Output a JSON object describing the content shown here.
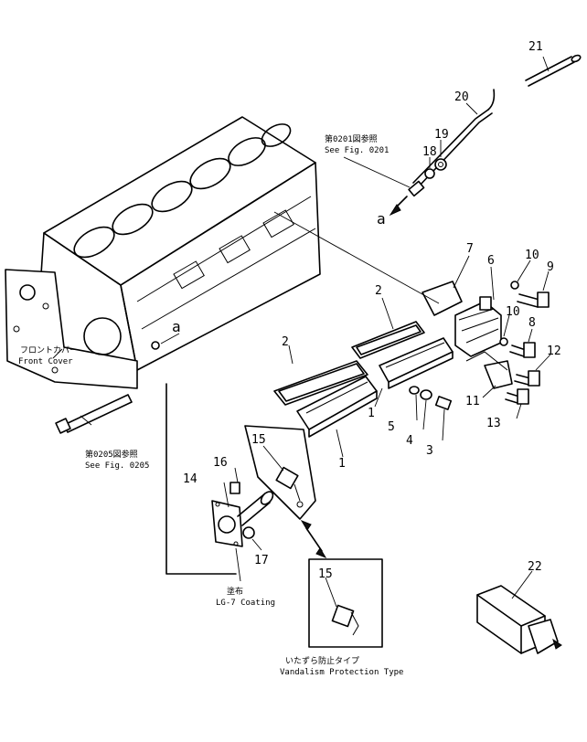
{
  "parts": [
    {
      "no": "1"
    },
    {
      "no": "1"
    },
    {
      "no": "2"
    },
    {
      "no": "2"
    },
    {
      "no": "3"
    },
    {
      "no": "4"
    },
    {
      "no": "5"
    },
    {
      "no": "6"
    },
    {
      "no": "7"
    },
    {
      "no": "8"
    },
    {
      "no": "9"
    },
    {
      "no": "10"
    },
    {
      "no": "10"
    },
    {
      "no": "11"
    },
    {
      "no": "12"
    },
    {
      "no": "13"
    },
    {
      "no": "14"
    },
    {
      "no": "15"
    },
    {
      "no": "15"
    },
    {
      "no": "16"
    },
    {
      "no": "17"
    },
    {
      "no": "18"
    },
    {
      "no": "19"
    },
    {
      "no": "20"
    },
    {
      "no": "21"
    },
    {
      "no": "22"
    }
  ],
  "letters": {
    "a_top": "a",
    "a_block": "a"
  },
  "notes": {
    "fig0201_jp": "第0201図参照",
    "fig0201_en": "See Fig. 0201",
    "front_cover_jp": "フロントカバー",
    "front_cover_en": "Front Cover",
    "fig0205_jp": "第0205図参照",
    "fig0205_en": "See Fig. 0205",
    "coating_jp": "塗布",
    "coating_en": "LG-7 Coating",
    "vandal_jp": "いたずら防止タイプ",
    "vandal_en": "Vandalism Protection Type"
  }
}
